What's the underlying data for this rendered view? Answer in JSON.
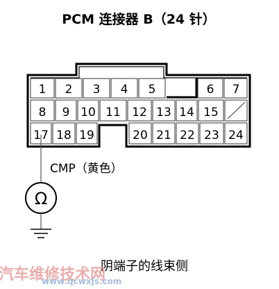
{
  "title": "PCM 连接器 B（24 针）",
  "pin_rows": [
    [
      "1",
      "2",
      "3",
      "4",
      "5",
      "",
      "6",
      "7"
    ],
    [
      "8",
      "9",
      "10",
      "11",
      "12",
      "13",
      "14",
      "15",
      ""
    ],
    [
      "17",
      "18",
      "19",
      "",
      "20",
      "21",
      "22",
      "23",
      "24"
    ]
  ],
  "probe": {
    "pin": "17",
    "wire_label": "CMP（黄色）",
    "meter_symbol": "Ω"
  },
  "caption": "阴端子的线束侧",
  "watermark": {
    "line1": "汽车维修技术网",
    "line2": "www.qcwxjs.com"
  },
  "colors": {
    "line": "#000000",
    "thin_line": "#555555",
    "watermark_red": "#e4a0a0",
    "watermark_blue": "#9db8d8"
  }
}
